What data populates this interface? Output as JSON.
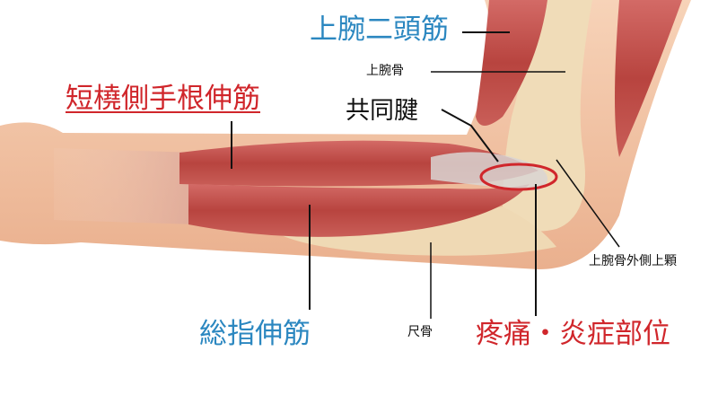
{
  "labels": {
    "biceps": "上腕二頭筋",
    "humerus": "上腕骨",
    "ecrb": "短橈側手根伸筋",
    "common_tendon": "共同腱",
    "lateral_epicondyle": "上腕骨外側上顆",
    "edc": "総指伸筋",
    "ulna": "尺骨",
    "pain_site": "疼痛・炎症部位"
  },
  "colors": {
    "blue_label": "#2b87c0",
    "red_label": "#d0262b",
    "skin": "#f4c4a4",
    "muscle": "#c24a4a",
    "bone": "#f0dcb8"
  }
}
